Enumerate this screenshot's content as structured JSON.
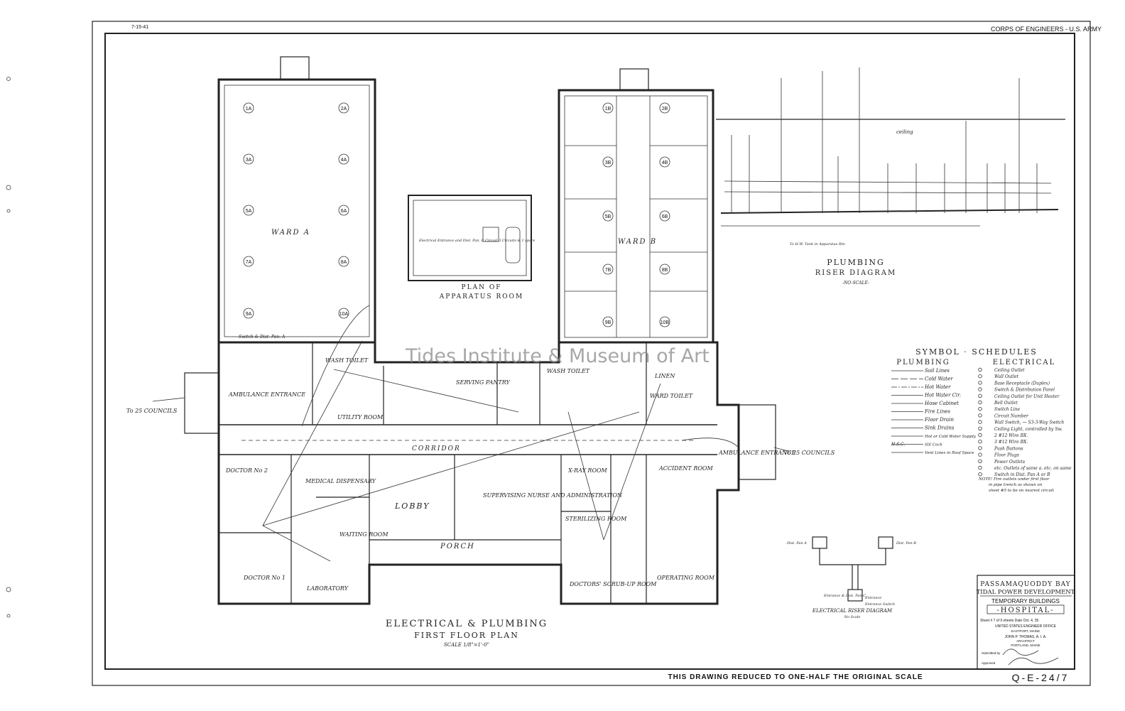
{
  "header": {
    "agency": "CORPS OF ENGINEERS - U.S. ARMY",
    "corner_mark": "7-15-41"
  },
  "watermark": "Tides Institute & Museum of Art",
  "plan": {
    "title": "ELECTRICAL & PLUMBING",
    "subtitle": "FIRST FLOOR PLAN",
    "scale": "SCALE 1/8\"=1'-0\"",
    "rooms": {
      "ward_a": "WARD A",
      "ward_b": "WARD B",
      "lobby": "LOBBY",
      "porch": "PORCH",
      "corridor": "CORRIDOR",
      "ambulance_left": "AMBULANCE ENTRANCE",
      "ambulance_right": "AMBULANCE ENTRANCE",
      "utility": "UTILITY ROOM",
      "serving": "SERVING PANTRY",
      "doctor2": "DOCTOR No 2",
      "doctor1": "DOCTOR No 1",
      "laboratory": "LABORATORY",
      "waiting": "WAITING ROOM",
      "dispensary": "MEDICAL DISPENSARY",
      "supervising": "SUPERVISING NURSE AND ADMINISTRATION",
      "xray": "X-RAY ROOM",
      "sterilizing": "STERILIZING ROOM",
      "accident": "ACCIDENT ROOM",
      "operating": "OPERATING ROOM",
      "scrub": "DOCTORS' SCRUB-UP ROOM",
      "linen": "LINEN",
      "wash_toilet": "WASH TOILET",
      "ward_toilet": "WARD TOILET",
      "wash_toilet_a": "WASH TOILET"
    },
    "conduit_left": "To 25 COUNCILS",
    "conduit_right": "To 25 COUNCILS",
    "switch_note": "Switch & Dist. Pan. A",
    "ward_a_outlets": [
      "1A",
      "2A",
      "3A",
      "4A",
      "5A",
      "6A",
      "7A",
      "8A",
      "9A",
      "10A"
    ],
    "ward_b_outlets": [
      "1B",
      "2B",
      "3B",
      "4B",
      "5B",
      "6B",
      "7B",
      "8B",
      "9B",
      "10B"
    ]
  },
  "apparatus": {
    "title": "PLAN OF",
    "subtitle": "APPARATUS ROOM",
    "note": "Electrical Entrance and Dist. Pan. C Circuit 3 Circuits & 1 spare"
  },
  "riser": {
    "title": "PLUMBING",
    "subtitle": "RISER DIAGRAM",
    "note": "-NO-SCALE-",
    "ceiling": "ceiling",
    "to_tank": "To H.W. Tank in Apparatus Rm."
  },
  "elec_riser": {
    "title": "ELECTRICAL RISER DIAGRAM",
    "note": "No Scale",
    "pan_a": "Dist. Pan A",
    "pan_b": "Dist. Pan B",
    "pan_c": "Entrance & Dist. Pan C",
    "entrance": "Entrance",
    "switch": "Entrance Switch"
  },
  "symbols": {
    "title": "SYMBOL · SCHEDULES",
    "plumbing_title": "PLUMBING",
    "electrical_title": "ELECTRICAL",
    "plumbing": [
      "Soil Lines",
      "Cold Water",
      "Hot Water",
      "Hot Water Cir.",
      "Hose Cabinet",
      "Fire Lines",
      "Floor Drain",
      "Sink Drains",
      "Hot or Cold Water Supply",
      "Sill Cock",
      "Vent Lines in Roof Space"
    ],
    "plumbing_marks": [
      "",
      "",
      "",
      "",
      "",
      "",
      "",
      "",
      "",
      "H.S.C.",
      ""
    ],
    "electrical": [
      "Ceiling Outlet",
      "Wall Outlet",
      "Base Receptacle (Duplex)",
      "Switch & Distribution Panel",
      "Ceiling Outlet for Unit Heater",
      "Bell Outlet",
      "Switch Line",
      "Circuit Number",
      "Wall Switch, — S3-3-Way Switch",
      "Ceiling Light, controlled by Sw.",
      "2 #12 Wire BX.",
      "3 #12 Wire BX.",
      "Push Buttons",
      "Floor Plugs",
      "Power Outlets",
      "etc. Outlets of same a. etc. on same",
      "Switch in Dist. Pan A or B"
    ],
    "note": [
      "NOTE! Fire outlets under first floor",
      "in pipe trench as shown on",
      "sheet #5 to be on nearest circuit"
    ]
  },
  "title_block": {
    "line1": "PASSAMAQUODDY BAY",
    "line2": "TIDAL POWER DEVELOPMENT",
    "line3": "TEMPORARY BUILDINGS",
    "line4": "-HOSPITAL-",
    "sheet": "Sheet # 7 of 9 sheets   Date Oct. 4, 35",
    "office": "UNITED STATES ENGINEER OFFICE",
    "location": "EASTPORT, MAINE",
    "architect": "JOHN P. THOMAS,   A. I. A.",
    "architect_role": "ARCHITECT",
    "city": "PORTLAND,   MAINE",
    "submitted": "Submitted by",
    "approved": "Approved"
  },
  "footer": {
    "reduced": "THIS DRAWING REDUCED TO ONE-HALF THE ORIGINAL SCALE",
    "drawing_no": "Q-E-24/7"
  }
}
